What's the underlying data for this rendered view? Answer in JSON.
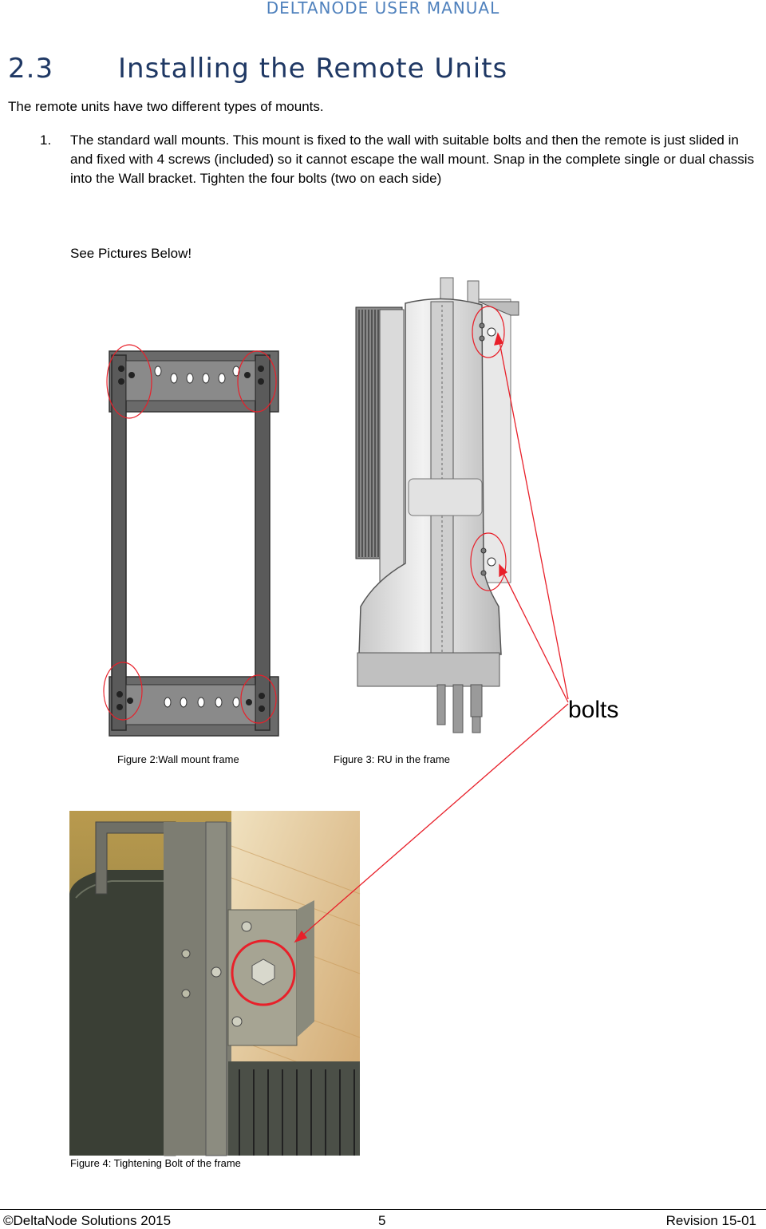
{
  "header": {
    "title": "DELTANODE USER MANUAL"
  },
  "section": {
    "number": "2.3",
    "title": "Installing the Remote Units"
  },
  "intro": "The remote units have two different types of mounts.",
  "list": [
    {
      "number": "1.",
      "text": "The standard wall mounts. This mount is fixed to the wall with suitable bolts and then the remote is just slided in and fixed with 4 screws (included) so it cannot escape the wall mount. Snap in the complete single or dual chassis into the Wall bracket. Tighten the four bolts (two on each side)"
    }
  ],
  "see_pictures": "See Pictures Below!",
  "figures": {
    "annotation_label": "bolts",
    "captions": {
      "wall_mount_frame": "Figure 2:Wall mount frame",
      "ru_in_frame": "Figure 3: RU in the frame",
      "tightening_bolt": "Figure 4: Tightening Bolt of the frame"
    },
    "colors": {
      "annotation": "#e8202a",
      "frame_metal": "#5c5c5c",
      "photo_wall": "#d9b37a"
    }
  },
  "footer": {
    "copyright": "©DeltaNode Solutions 2015",
    "page": "5",
    "revision": "Revision 15-01"
  }
}
